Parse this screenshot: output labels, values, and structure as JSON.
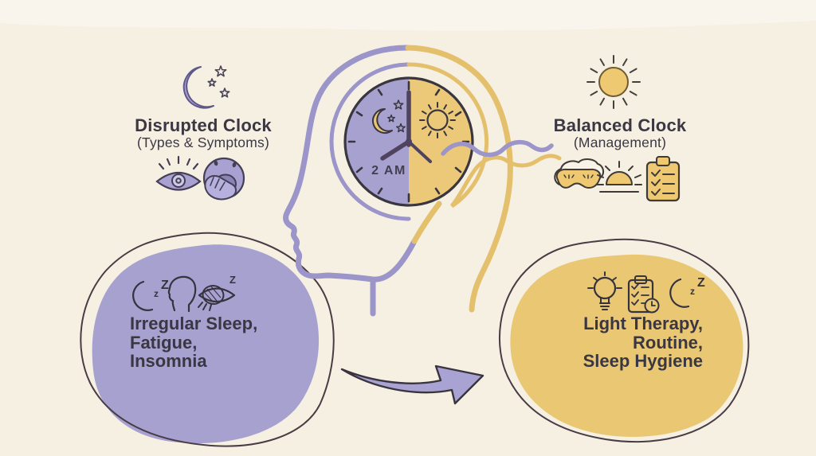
{
  "background": {
    "base_color": "#F6F0E3",
    "top_band_color": "#FAF5EC"
  },
  "palette": {
    "purple_fill": "#A7A1D0",
    "purple_line": "#9B95C9",
    "yellow_fill": "#EAC873",
    "yellow_line": "#E4C06D",
    "ink": "#3A3640",
    "text_color": "#3B3743",
    "clock_hand_color": "#4F4360"
  },
  "left_panel": {
    "title": "Disrupted Clock",
    "subtitle": "(Types & Symptoms)",
    "icons": [
      "moon-with-stars-icon",
      "eye-icon",
      "yawning-face-icon"
    ]
  },
  "right_panel": {
    "title": "Balanced Clock",
    "subtitle": "(Management)",
    "icons": [
      "sun-icon",
      "sleep-mask-icon",
      "sunrise-icon",
      "checklist-icon"
    ]
  },
  "clock": {
    "time_label": "2 AM"
  },
  "left_blob": {
    "lines": [
      "Irregular Sleep,",
      "Fatigue,",
      "Insomnia"
    ],
    "icons": [
      "moon-zz-icon",
      "head-profile-icon",
      "covered-eye-icon"
    ]
  },
  "right_blob": {
    "lines": [
      "Light Therapy,",
      "Routine,",
      "Sleep Hygiene"
    ],
    "icons": [
      "lightbulb-icon",
      "checklist-clock-icon",
      "moon-zz-icon"
    ]
  },
  "glyphs": {
    "z_lower": "z",
    "z_upper": "Z"
  }
}
